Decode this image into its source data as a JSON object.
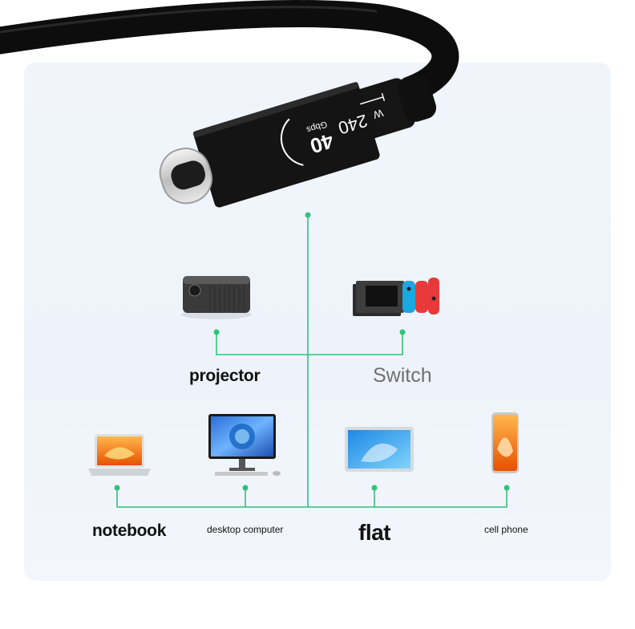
{
  "connector": {
    "speed": "40",
    "speed_unit": "Gbps",
    "power": "240",
    "power_unit": "W"
  },
  "devices": {
    "projector": "projector",
    "switch": "Switch",
    "notebook": "notebook",
    "desktop": "desktop computer",
    "flat": "flat",
    "cell_phone": "cell phone"
  },
  "colors": {
    "line": "#2fc27a",
    "cable": "#111111",
    "background": "#eef3fb"
  }
}
